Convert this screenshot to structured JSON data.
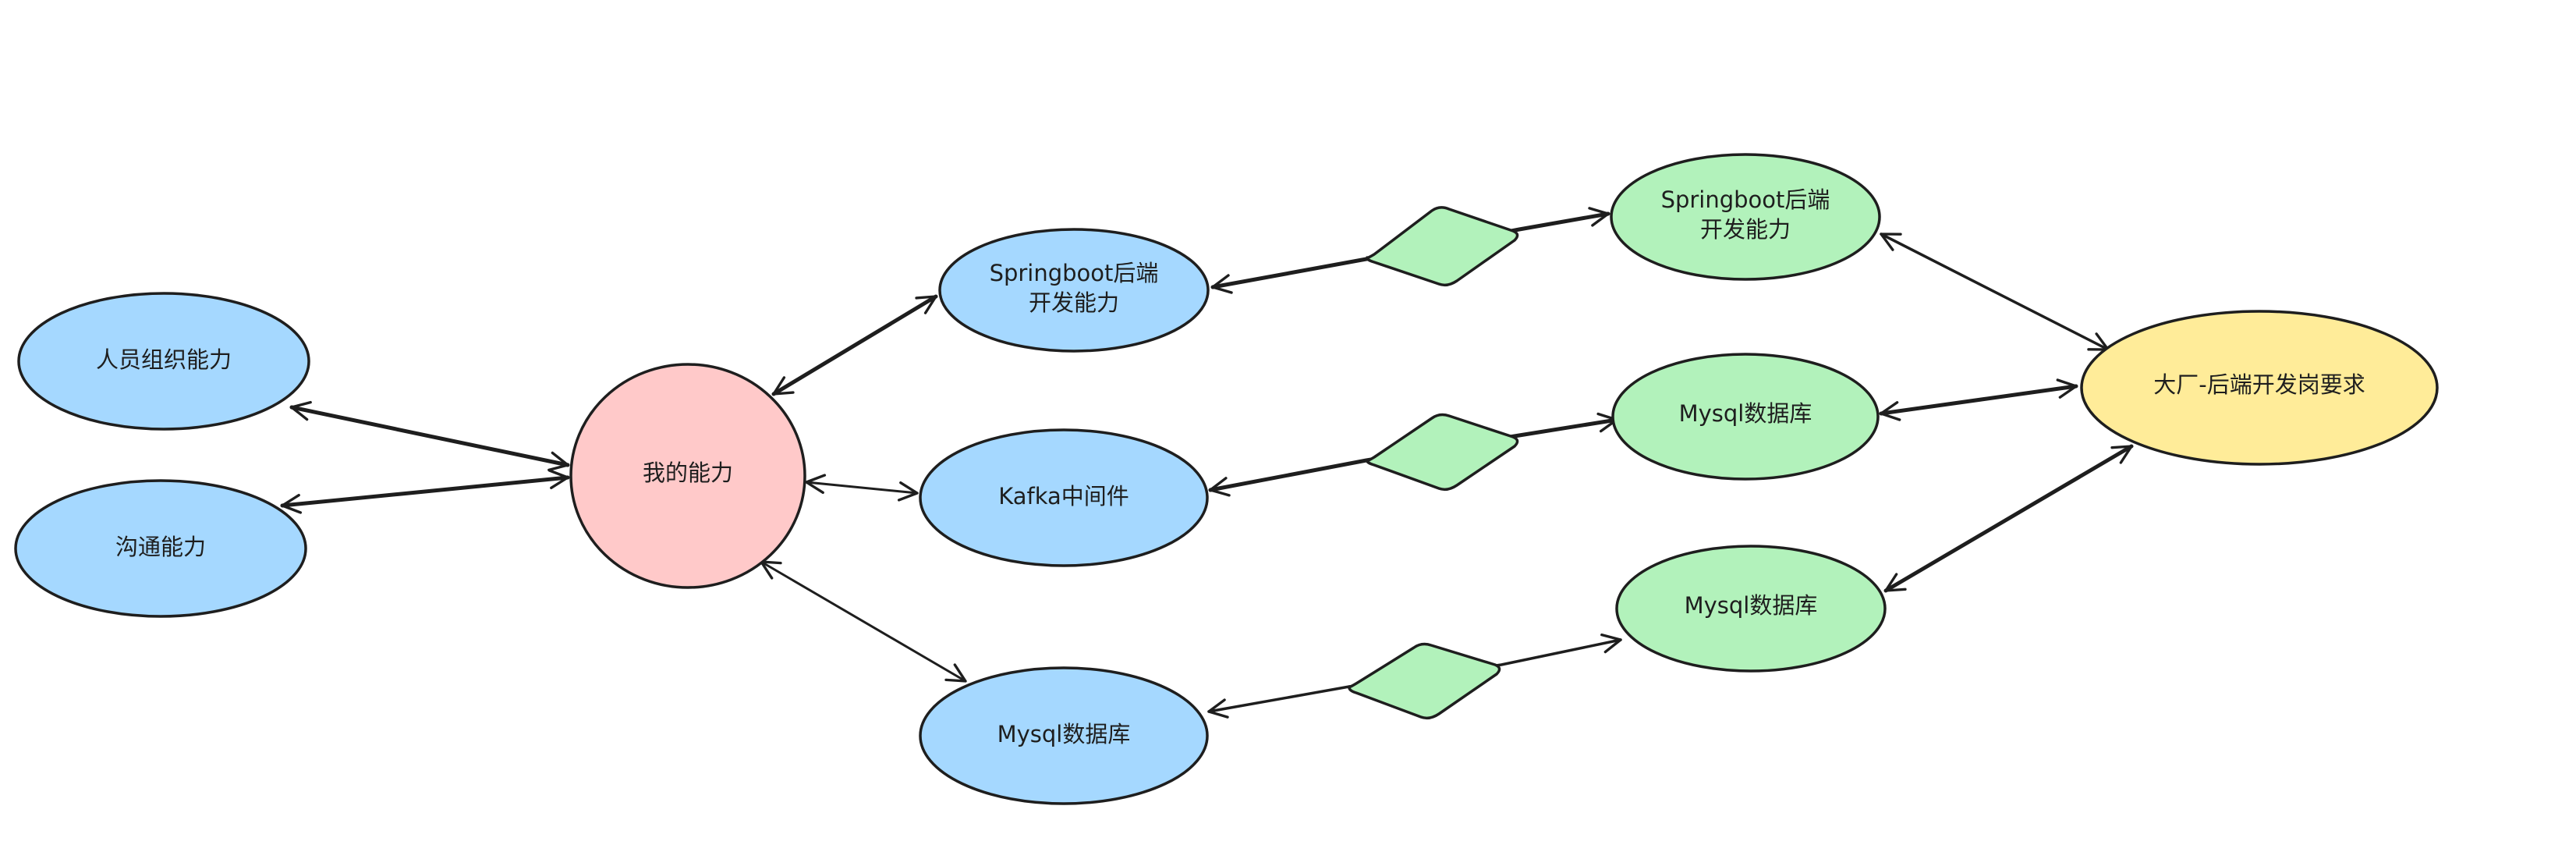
{
  "colors": {
    "ink": "#1e1e1e",
    "blue": "#a5d8ff",
    "pink": "#ffc9c9",
    "green": "#b2f2bb",
    "yellow": "#ffec99"
  },
  "nodes": {
    "people_org": "人员组织能力",
    "communication": "沟通能力",
    "my_ability": "我的能力",
    "springboot_left": [
      "Springboot后端",
      "开发能力"
    ],
    "kafka": "Kafka中间件",
    "mysql_left": "Mysql数据库",
    "springboot_right": [
      "Springboot后端",
      "开发能力"
    ],
    "mysql_right_top": "Mysql数据库",
    "mysql_right_bottom": "Mysql数据库",
    "bigtech_requirement": "大厂-后端开发岗要求"
  }
}
